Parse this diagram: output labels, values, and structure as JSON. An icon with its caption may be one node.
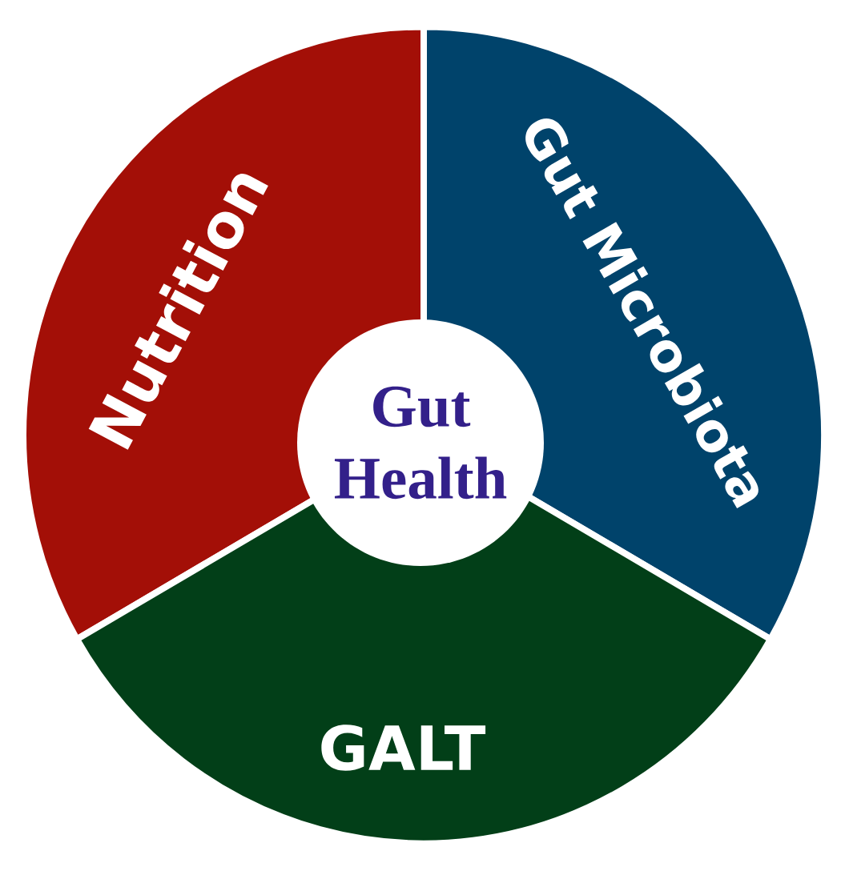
{
  "diagram": {
    "nodes": [
      {
        "text": [
          "Nutrition"
        ]
      },
      {
        "text": [
          "Gut Microbiota"
        ]
      },
      {
        "text": [
          "Gut Health"
        ]
      },
      {
        "text": [
          "GALT"
        ]
      }
    ]
  }
}
